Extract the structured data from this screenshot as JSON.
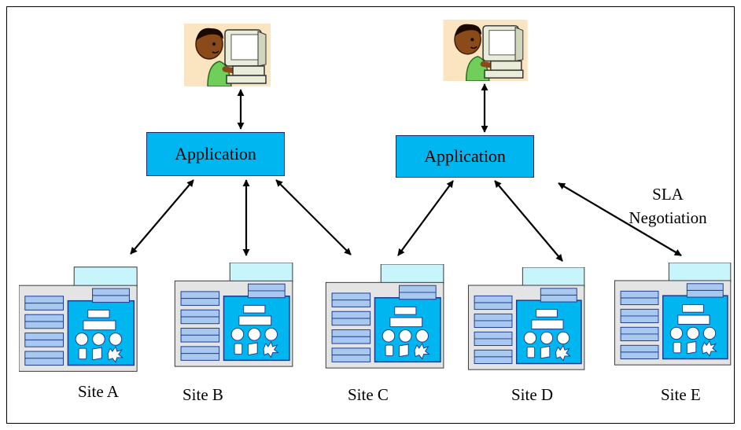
{
  "applications": [
    {
      "label": "Application"
    },
    {
      "label": "Application"
    }
  ],
  "sites": [
    {
      "label": "Site A"
    },
    {
      "label": "Site B"
    },
    {
      "label": "Site C"
    },
    {
      "label": "Site D"
    },
    {
      "label": "Site E"
    }
  ],
  "annotation": {
    "line1": "SLA",
    "line2": "Negotiation"
  },
  "icons": {
    "user": "user-at-computer-icon",
    "site": "site-server-icon"
  },
  "colors": {
    "app_fill": "#00b6f0",
    "server_tab": "#c8f4fc",
    "server_panel": "#00b6f0",
    "server_bar": "#a8c8f0",
    "server_bg": "#e4e4e4"
  }
}
